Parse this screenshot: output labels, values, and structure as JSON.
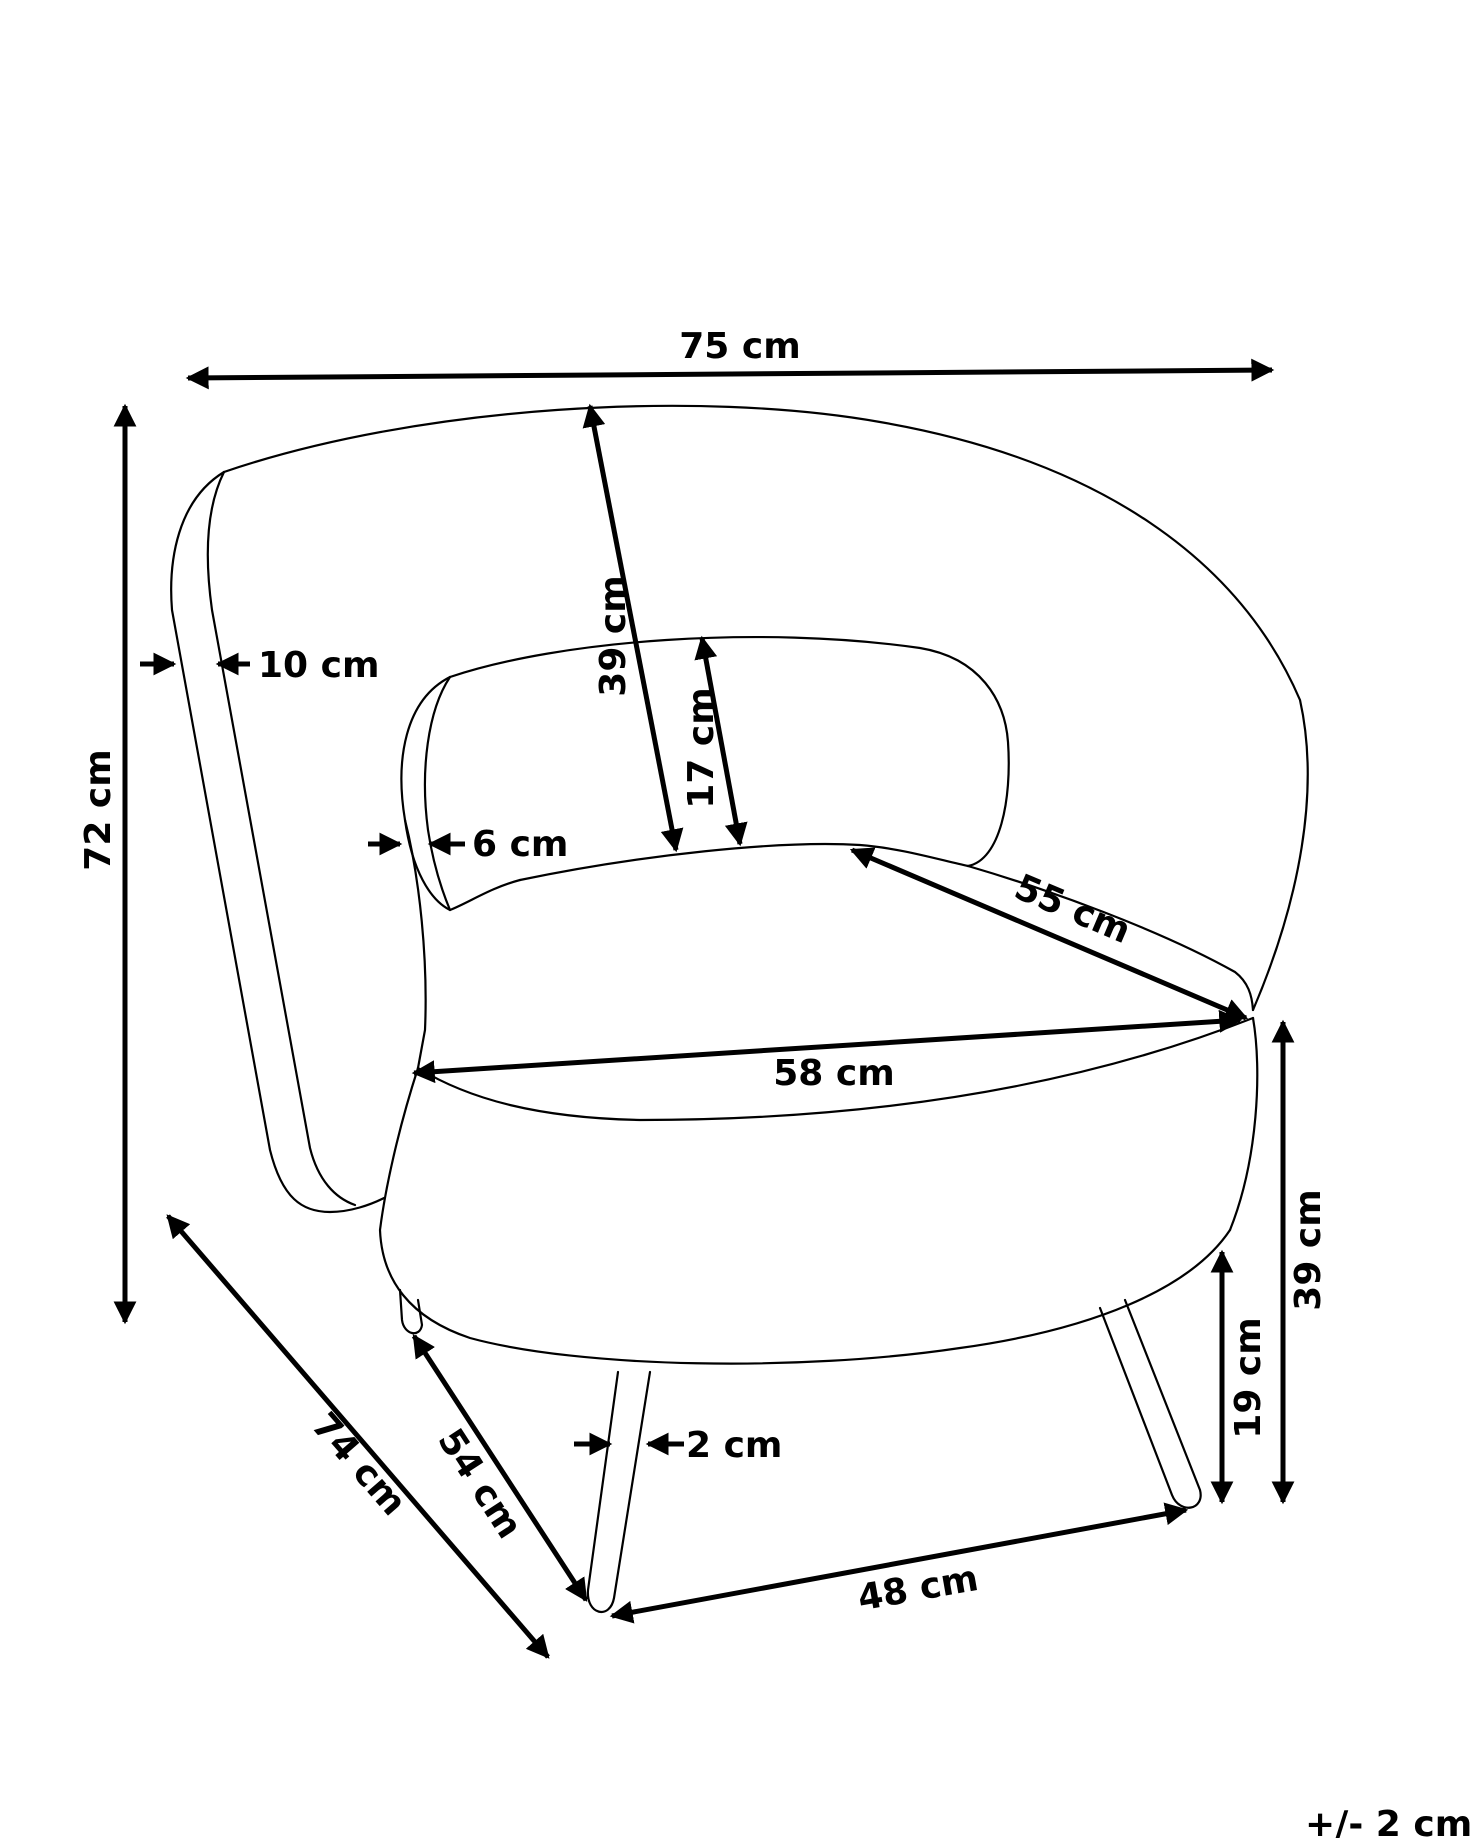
{
  "colors": {
    "ink": "#000000",
    "background": "#ffffff"
  },
  "dimensions": {
    "overall_width": "75 cm",
    "overall_height": "72 cm",
    "overall_depth": "74 cm",
    "backrest_height": "39 cm",
    "backrest_inner_height": "17 cm",
    "armrest_thickness": "10 cm",
    "inner_armrest_thickness": "6 cm",
    "seat_depth": "55 cm",
    "seat_width": "58 cm",
    "seat_height": "39 cm",
    "leg_height": "19 cm",
    "leg_thickness": "2 cm",
    "leg_span_depth": "54 cm",
    "leg_span_width": "48 cm"
  },
  "tolerance": "+/- 2 cm"
}
